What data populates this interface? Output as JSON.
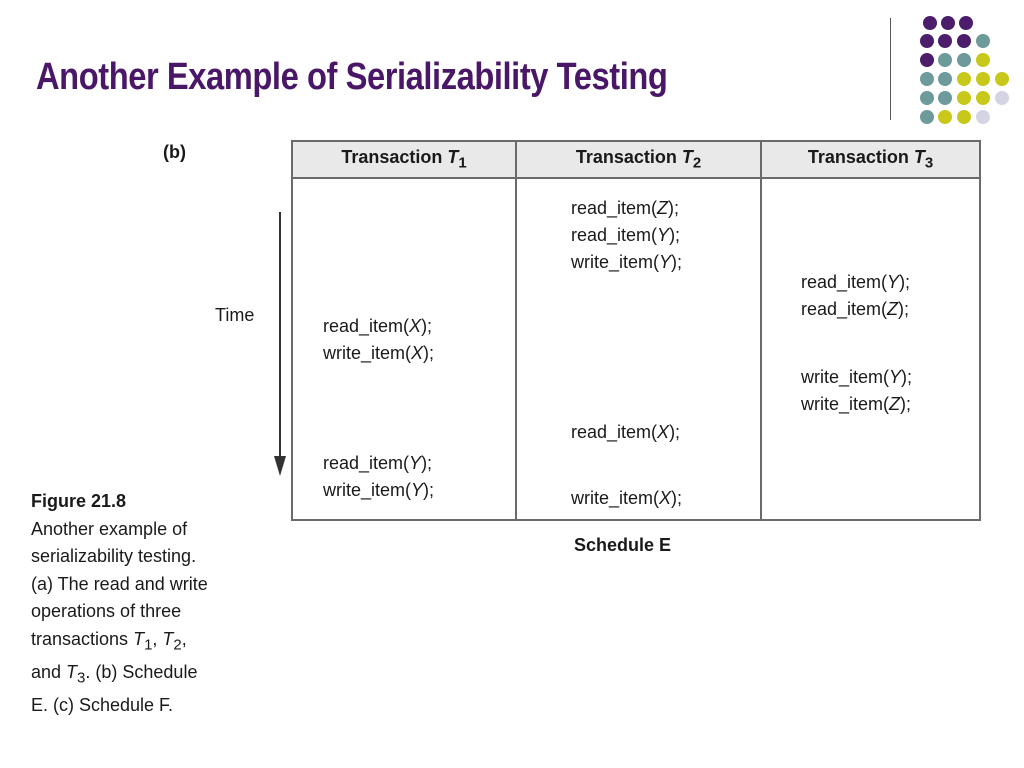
{
  "slide": {
    "title": "Another Example of Serializability Testing"
  },
  "decor": {
    "colors": {
      "purple": "#4b1d6b",
      "teal": "#6d9a9a",
      "yellow": "#c8c81a",
      "lavender": "#d4d4e4"
    }
  },
  "figure": {
    "panel_label": "(b)",
    "time_label": "Time",
    "columns": [
      {
        "label": "Transaction ",
        "var": "T",
        "sub": "1"
      },
      {
        "label": "Transaction ",
        "var": "T",
        "sub": "2"
      },
      {
        "label": "Transaction ",
        "var": "T",
        "sub": "3"
      }
    ],
    "operations": {
      "t1": [
        {
          "fn": "read_item(",
          "arg": "X",
          "end": ");"
        },
        {
          "fn": "write_item(",
          "arg": "X",
          "end": ");"
        },
        {
          "fn": "read_item(",
          "arg": "Y",
          "end": ");"
        },
        {
          "fn": "write_item(",
          "arg": "Y",
          "end": ");"
        }
      ],
      "t2": [
        {
          "fn": "read_item(",
          "arg": "Z",
          "end": ");"
        },
        {
          "fn": "read_item(",
          "arg": "Y",
          "end": ");"
        },
        {
          "fn": "write_item(",
          "arg": "Y",
          "end": ");"
        },
        {
          "fn": "read_item(",
          "arg": "X",
          "end": ");"
        },
        {
          "fn": "write_item(",
          "arg": "X",
          "end": ");"
        }
      ],
      "t3": [
        {
          "fn": "read_item(",
          "arg": "Y",
          "end": ");"
        },
        {
          "fn": "read_item(",
          "arg": "Z",
          "end": ");"
        },
        {
          "fn": "write_item(",
          "arg": "Y",
          "end": ");"
        },
        {
          "fn": "write_item(",
          "arg": "Z",
          "end": ");"
        }
      ]
    },
    "schedule_label": "Schedule E"
  },
  "caption": {
    "figure_number": "Figure 21.8",
    "line1": "Another example of",
    "line2": "serializability testing.",
    "line3": "(a) The read and write",
    "line4": "operations of three",
    "line5_a": "transactions ",
    "var": "T",
    "sub1": "1",
    "sub2": "2",
    "sub3": "3",
    "comma": ", ",
    "comma_end": ",",
    "line6_a": "and ",
    "line6_b": ". (b) Schedule",
    "line7": "E. (c) Schedule F."
  }
}
